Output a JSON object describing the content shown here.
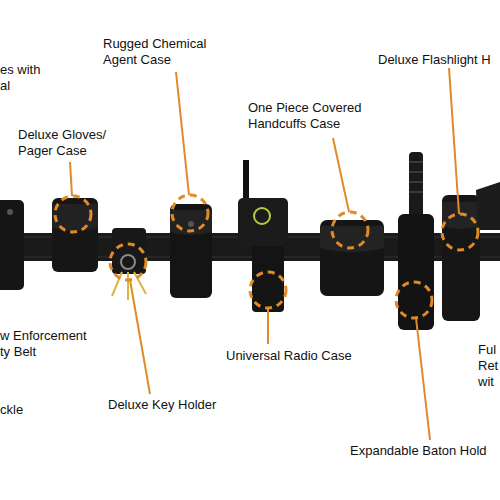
{
  "diagram": {
    "labels": [
      "es with al",
      "Rugged Chemical Agent Case",
      "Deluxe Flashlight H",
      "One Piece Covered Handcuffs Case",
      "Deluxe Gloves/ Pager Case",
      "w Enforcement ty Belt",
      "ckle",
      "Universal Radio Case",
      "Deluxe Key Holder",
      "Expandable Baton Hold",
      "Ful Ret wit"
    ]
  }
}
